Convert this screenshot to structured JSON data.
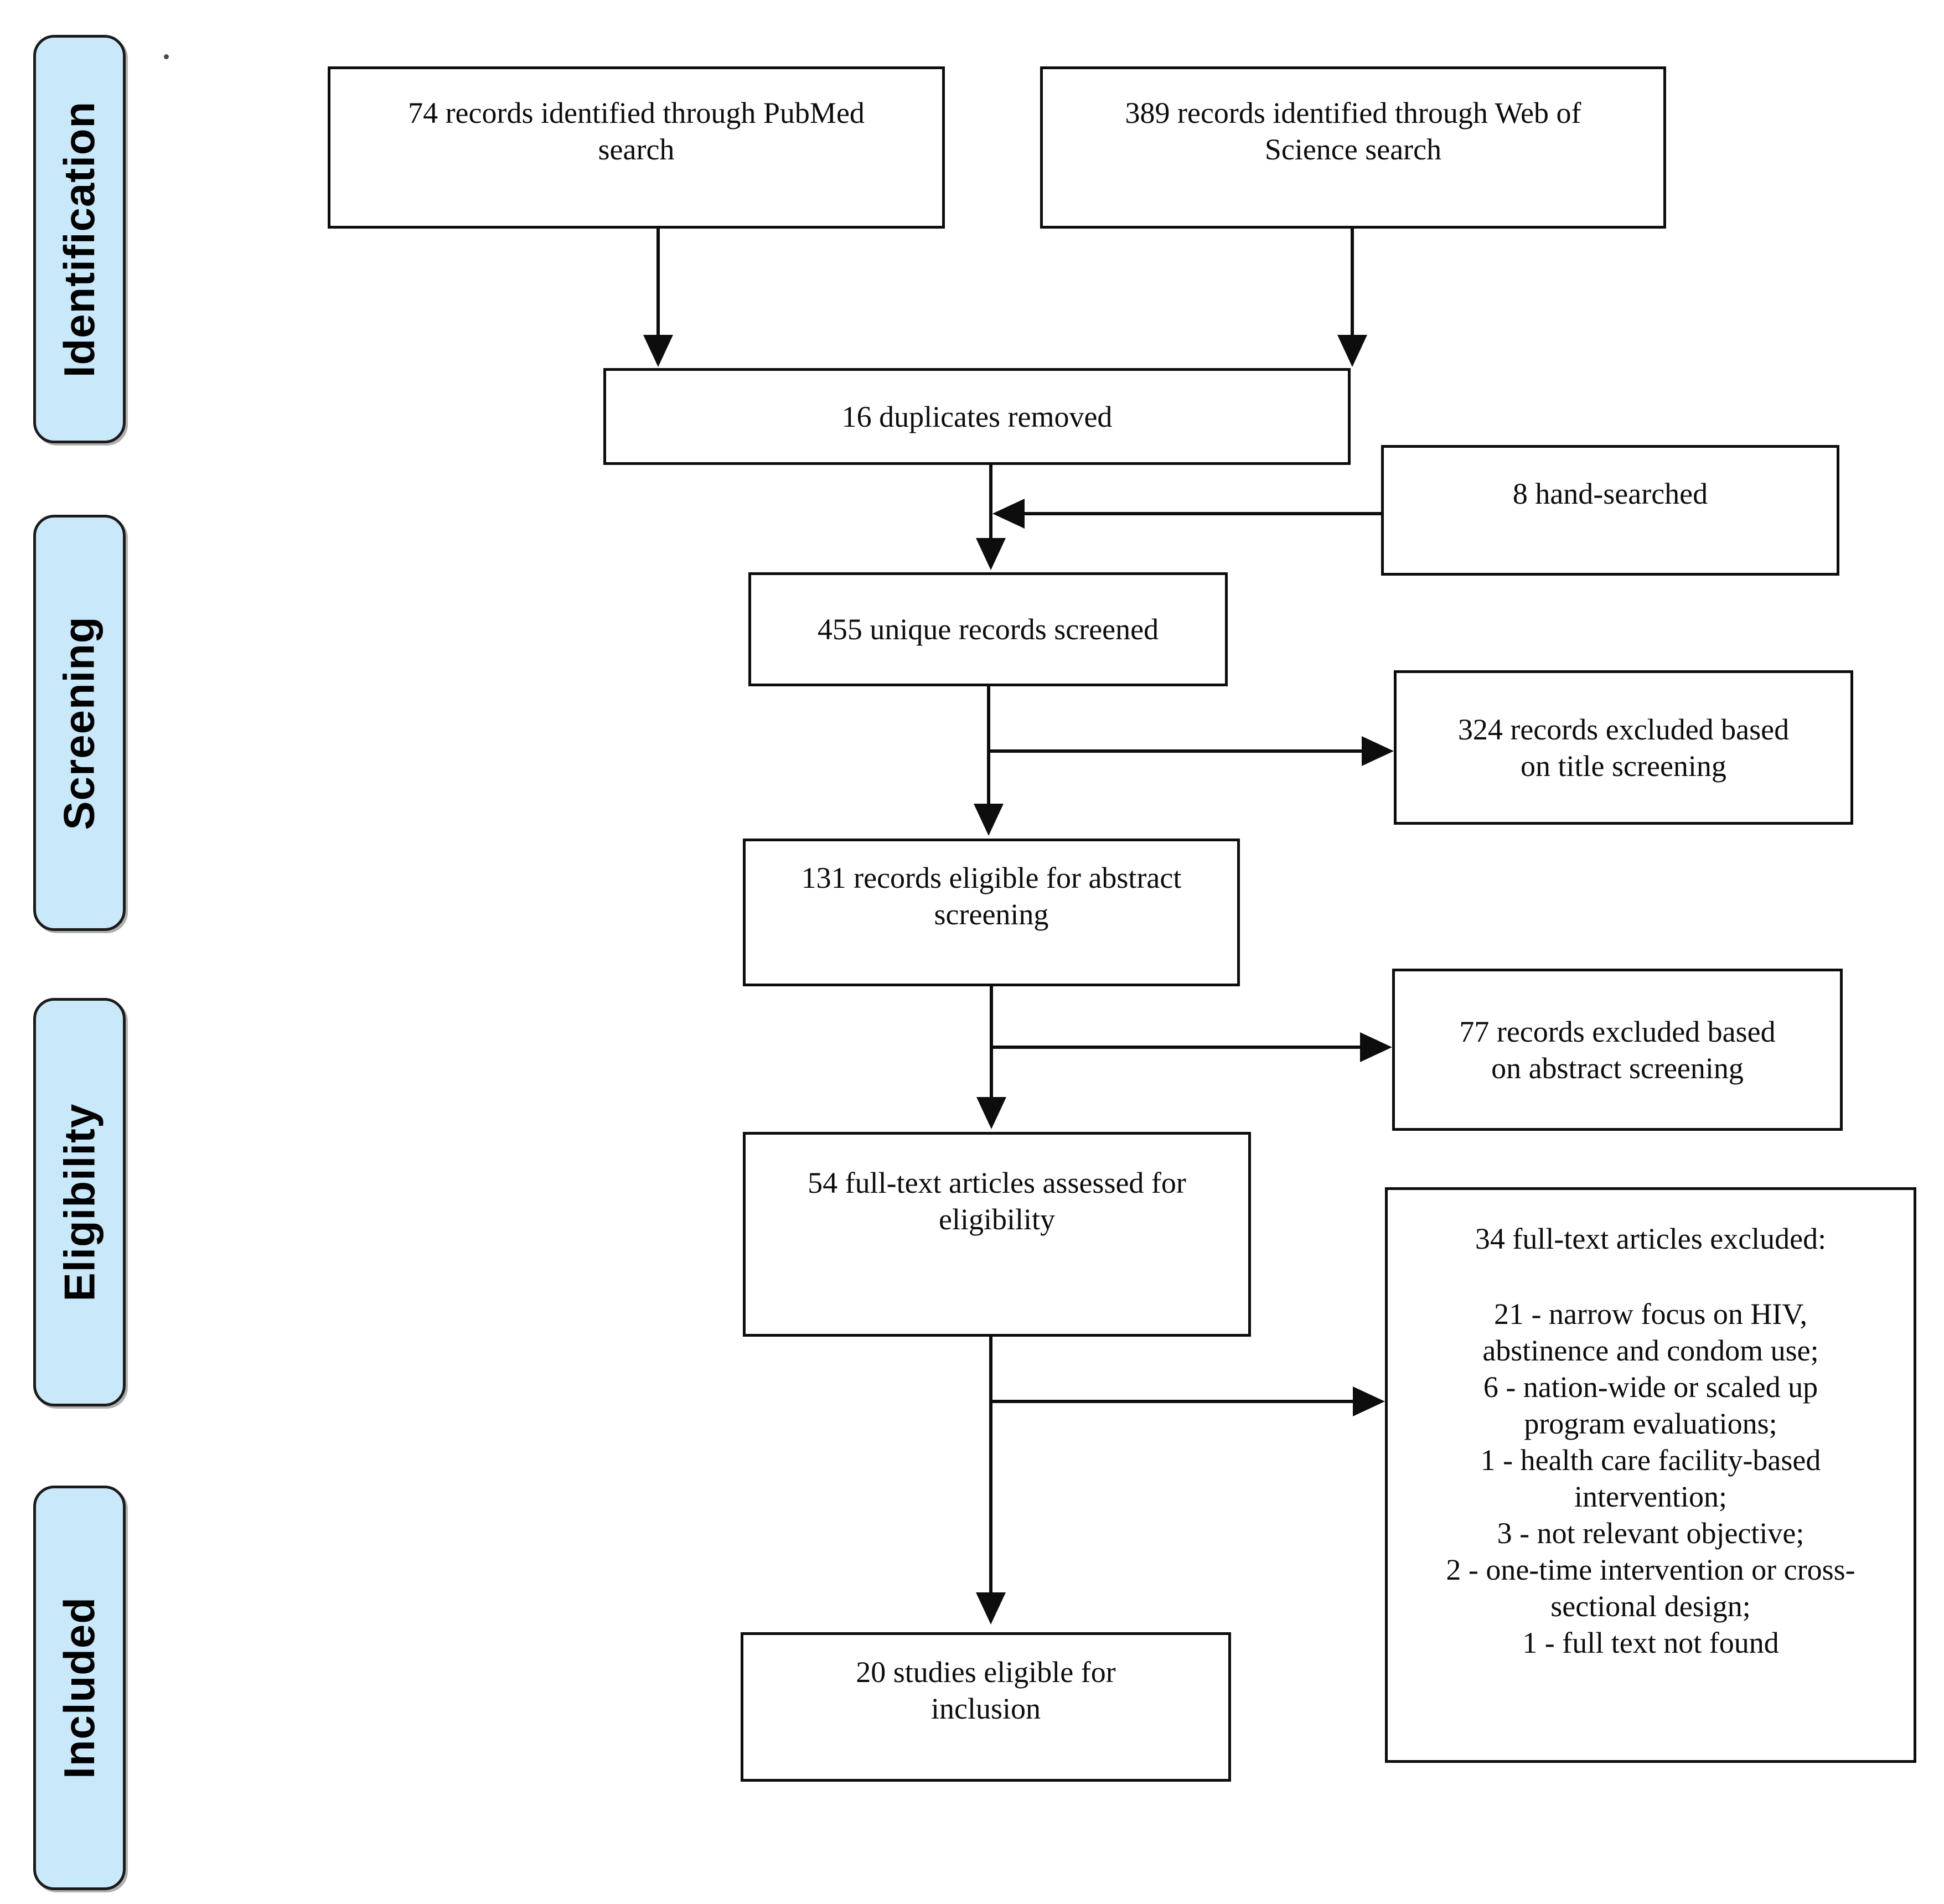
{
  "diagram": {
    "stages": [
      {
        "label": "Identification"
      },
      {
        "label": "Screening"
      },
      {
        "label": "Eligibility"
      },
      {
        "label": "Included"
      }
    ],
    "nodes": {
      "pubmed": {
        "text": "74 records identified through PubMed\nsearch"
      },
      "web_of_science": {
        "text": "389 records identified through Web of\nScience search"
      },
      "duplicates_removed": {
        "text": "16 duplicates removed"
      },
      "hand_searched": {
        "text": "8 hand-searched"
      },
      "unique_screened": {
        "text": "455 unique records screened"
      },
      "excluded_title_screening": {
        "text": "324 records excluded based\non title screening"
      },
      "abstract_eligible": {
        "text": "131 records eligible for abstract\nscreening"
      },
      "excluded_abstract_screening": {
        "text": "77 records excluded based\non abstract screening"
      },
      "fulltext_assessed": {
        "text": "54 full-text articles assessed for\neligibility"
      },
      "fulltext_excluded": {
        "title": "34 full-text articles excluded:",
        "reasons": [
          "21 - narrow focus on HIV,\nabstinence and condom use;",
          "6 - nation-wide or scaled up\nprogram evaluations;",
          "1 - health care facility-based\nintervention;",
          "3 - not relevant objective;",
          "2 - one-time intervention or cross-\nsectional design;",
          "1 - full text not found"
        ]
      },
      "included_studies": {
        "text": "20 studies eligible for\ninclusion"
      }
    },
    "colors": {
      "stage_fill": "#c9e8fa",
      "stage_border": "#1b1b1b",
      "box_fill": "#ffffff",
      "box_border": "#0d0d0d",
      "line": "#0d0d0d",
      "text": "#0d0d0d"
    }
  }
}
